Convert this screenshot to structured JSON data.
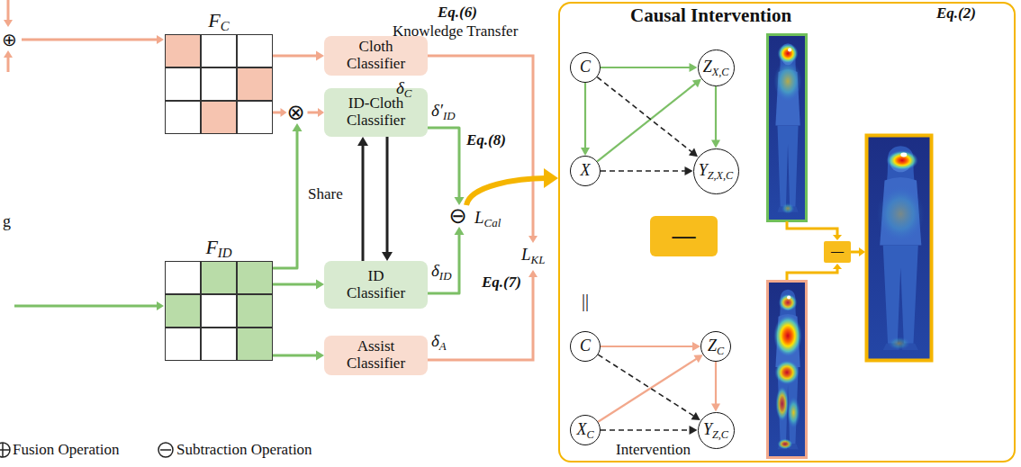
{
  "diagram": {
    "nodes": [
      {
        "text": [
          "FC"
        ]
      },
      {
        "text": [
          "Cloth Classifier"
        ]
      },
      {
        "text": [
          "⊗"
        ]
      },
      {
        "text": [
          "ID-Cloth Classifier"
        ]
      },
      {
        "text": [
          "⊖"
        ]
      },
      {
        "text": [
          "FID"
        ]
      },
      {
        "text": [
          "ID Classifier"
        ]
      },
      {
        "text": [
          "Assist Classifier"
        ]
      },
      {
        "text": [
          "Causal Intervention"
        ]
      },
      {
        "text": [
          "C"
        ],
        "in": 8
      },
      {
        "text": [
          "ZX,C"
        ],
        "in": 8
      },
      {
        "text": [
          "X"
        ],
        "in": 8
      },
      {
        "text": [
          "YZ,X,C"
        ],
        "in": 8
      },
      {
        "text": [
          "—"
        ],
        "in": 8
      },
      {
        "text": [
          "C"
        ],
        "in": 8
      },
      {
        "text": [
          "ZC"
        ],
        "in": 8
      },
      {
        "text": [
          "XC"
        ],
        "in": 8
      },
      {
        "text": [
          "YZ,C"
        ],
        "in": 8
      },
      {
        "text": [
          "—"
        ],
        "in": 8
      }
    ],
    "edges": [
      {
        "from": 0,
        "to": 1,
        "arrow": "to"
      },
      {
        "from": 0,
        "to": 2,
        "arrow": "to"
      },
      {
        "from": 5,
        "to": 2,
        "arrow": "to"
      },
      {
        "from": 2,
        "to": 3,
        "arrow": "to"
      },
      {
        "from": 6,
        "to": 3,
        "arrow": "to"
      },
      {
        "from": 3,
        "to": 6,
        "arrow": "to"
      },
      {
        "from": 5,
        "to": 6,
        "arrow": "to"
      },
      {
        "from": 5,
        "to": 7,
        "arrow": "to"
      },
      {
        "from": 3,
        "to": 4,
        "arrow": "to"
      },
      {
        "from": 6,
        "to": 4,
        "arrow": "to"
      },
      {
        "from": 4,
        "to": 8,
        "arrow": "to"
      },
      {
        "from": 9,
        "to": 10,
        "arrow": "to"
      },
      {
        "from": 9,
        "to": 11,
        "arrow": "to"
      },
      {
        "from": 11,
        "to": 10,
        "arrow": "to"
      },
      {
        "from": 10,
        "to": 12,
        "arrow": "to"
      },
      {
        "from": 9,
        "to": 12,
        "arrow": "to"
      },
      {
        "from": 11,
        "to": 12,
        "arrow": "to"
      },
      {
        "from": 14,
        "to": 15,
        "arrow": "to"
      },
      {
        "from": 16,
        "to": 15,
        "arrow": "to"
      },
      {
        "from": 15,
        "to": 17,
        "arrow": "to"
      },
      {
        "from": 14,
        "to": 17,
        "arrow": "to"
      },
      {
        "from": 16,
        "to": 17,
        "arrow": "to"
      }
    ],
    "labels": [
      "⊕",
      "g",
      "Eq.(6)",
      "Knowledge Transfer",
      "δC",
      "δ′ID",
      "Eq.(8)",
      "Share",
      "LCal",
      "δID",
      "LKL",
      "Eq.(7)",
      "δA",
      "Eq.(2)",
      "||",
      "Intervention"
    ],
    "legend": [
      {
        "text": "Fusion Operation"
      },
      {
        "text": "Subtraction Operation"
      }
    ]
  }
}
